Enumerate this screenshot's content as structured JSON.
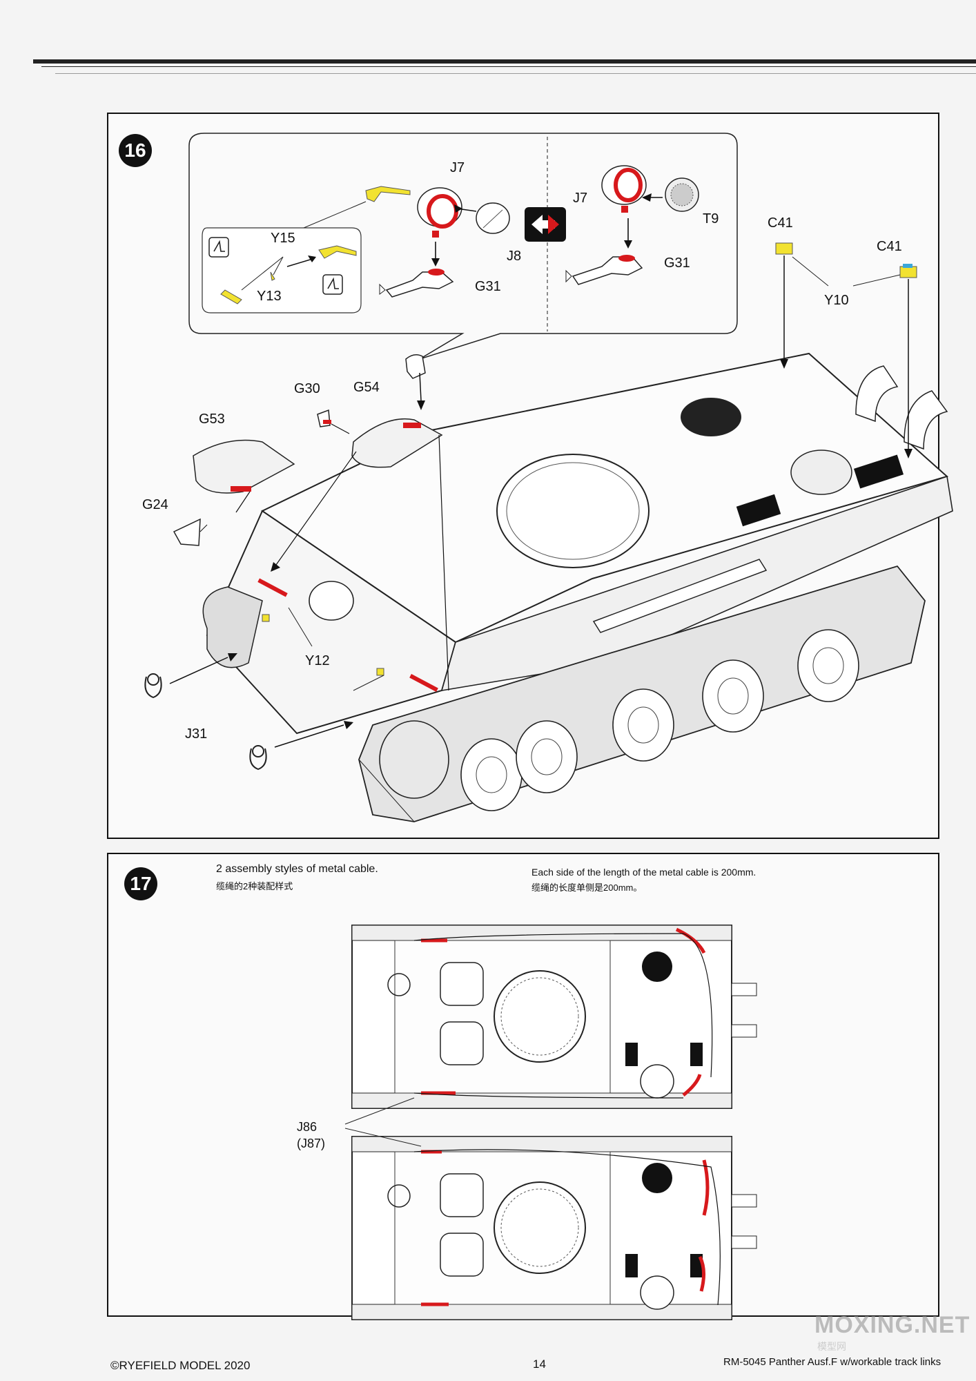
{
  "step16": {
    "number": "16",
    "labels": {
      "J7_left": "J7",
      "J8": "J8",
      "G31_left": "G31",
      "Y15": "Y15",
      "Y13": "Y13",
      "J7_right": "J7",
      "T9": "T9",
      "G31_right": "G31",
      "C41_left": "C41",
      "C41_right": "C41",
      "Y10": "Y10",
      "G30": "G30",
      "G54": "G54",
      "G53": "G53",
      "G24": "G24",
      "Y12": "Y12",
      "J31": "J31"
    }
  },
  "step17": {
    "number": "17",
    "note_left_en": "2 assembly styles of metal cable.",
    "note_left_cn": "缆绳的2种装配样式",
    "note_right_en": "Each side of the length of the metal cable is 200mm.",
    "note_right_cn": "缆绳的长度单侧是200mm。",
    "part_label": "J86",
    "part_label_alt": "(J87)"
  },
  "footer": {
    "copyright": "©RYEFIELD MODEL 2020",
    "page_number": "14",
    "product": "RM-5045  Panther Ausf.F w/workable track links"
  },
  "watermark": {
    "text": "MOXING.NET",
    "sub": "模型网"
  },
  "colors": {
    "highlight": "#d7191c",
    "yellow_part": "#f2e230",
    "blue_part": "#3aa7d9"
  }
}
